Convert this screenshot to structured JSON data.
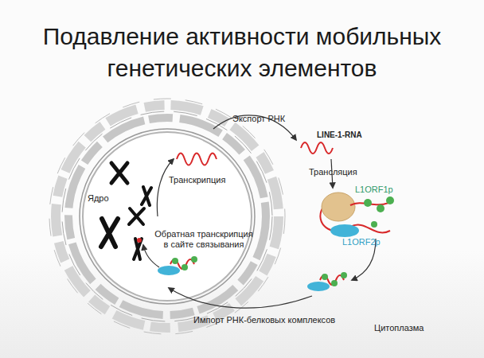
{
  "diagram": {
    "title": "Подавление активности мобильных генетических элементов",
    "labels": [
      "Экспорт РНК",
      "LINE-1-RNA",
      "Транскрипция",
      "Трансляция",
      "L1ORF1p",
      "Ядро",
      "L1ORF2p",
      "Обратная транскрипция в сайте связывания",
      "Импорт РНК-белковых комплексов",
      "Цитоплазма"
    ]
  }
}
